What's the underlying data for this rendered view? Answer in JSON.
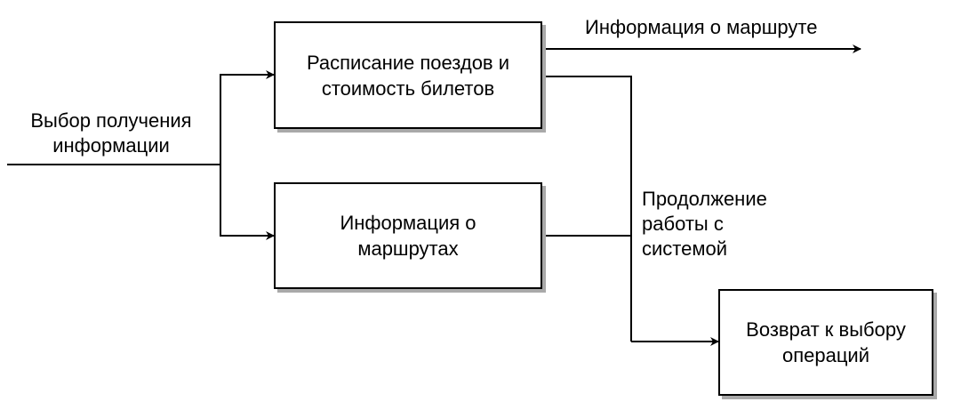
{
  "nodes": {
    "schedule": "Расписание поездов и\nстоимость билетов",
    "routes": "Информация о\nмаршрутах",
    "return": "Возврат к выбору\nопераций"
  },
  "labels": {
    "input": "Выбор получения\nинформации",
    "route_info": "Информация о маршруте",
    "continue": "Продолжение\nработы с\nсистемой"
  }
}
